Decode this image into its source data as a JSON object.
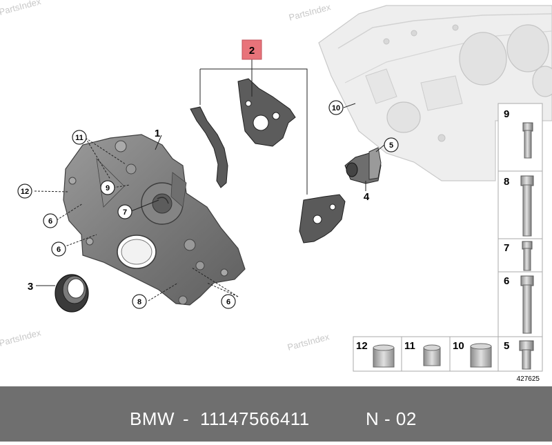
{
  "watermark": "PartsIndex",
  "callouts": {
    "c1": "1",
    "c2": "2",
    "c3": "3",
    "c4": "4",
    "c5": "5",
    "c6a": "6",
    "c6b": "6",
    "c6c": "6",
    "c7": "7",
    "c8": "8",
    "c9": "9",
    "c10": "10",
    "c11": "11",
    "c12": "12"
  },
  "legend": {
    "v": [
      "9",
      "8",
      "7",
      "6",
      "5"
    ],
    "h": [
      "12",
      "11",
      "10"
    ]
  },
  "diagram_id": "427625",
  "footer": {
    "brand": "BMW",
    "sep": "-",
    "part_number": "11147566411",
    "sep2": "N - 02"
  },
  "colors": {
    "highlight": "#e8737a",
    "footer_bg": "#6f6f6f"
  }
}
